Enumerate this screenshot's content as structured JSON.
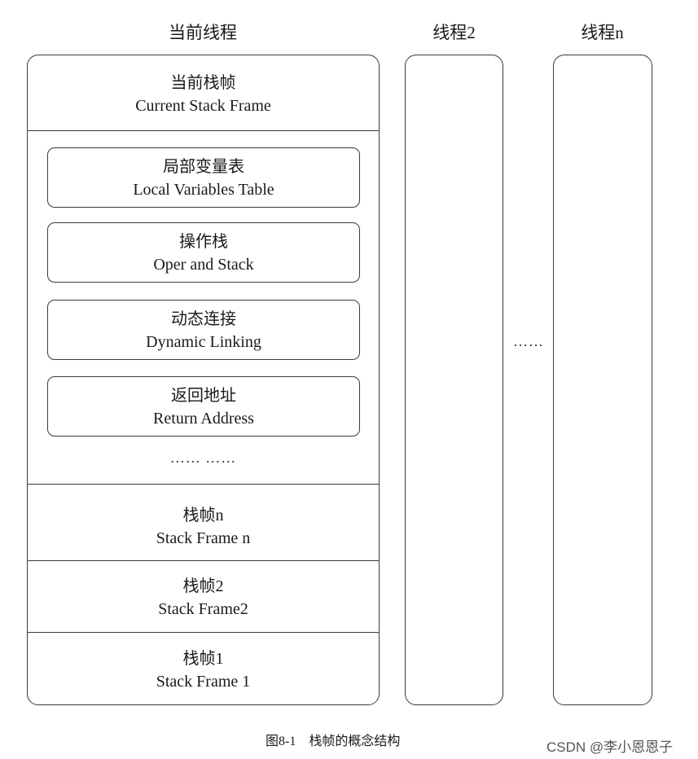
{
  "headers": {
    "current_thread": "当前线程",
    "thread_2": "线程2",
    "thread_n": "线程n"
  },
  "current_frame": {
    "zh": "当前栈帧",
    "en": "Current Stack Frame"
  },
  "frame_parts": [
    {
      "zh": "局部变量表",
      "en": "Local Variables Table"
    },
    {
      "zh": "操作栈",
      "en": "Oper and Stack"
    },
    {
      "zh": "动态连接",
      "en": "Dynamic Linking"
    },
    {
      "zh": "返回地址",
      "en": "Return Address"
    }
  ],
  "inner_ellipsis": "…… ……",
  "frames": [
    {
      "zh": "栈帧n",
      "en": "Stack Frame n"
    },
    {
      "zh": "栈帧2",
      "en": "Stack Frame2"
    },
    {
      "zh": "栈帧1",
      "en": "Stack Frame 1"
    }
  ],
  "between_threads_ellipsis": "……",
  "caption": "图8-1　栈帧的概念结构",
  "watermark": "CSDN @李小恩恩子"
}
